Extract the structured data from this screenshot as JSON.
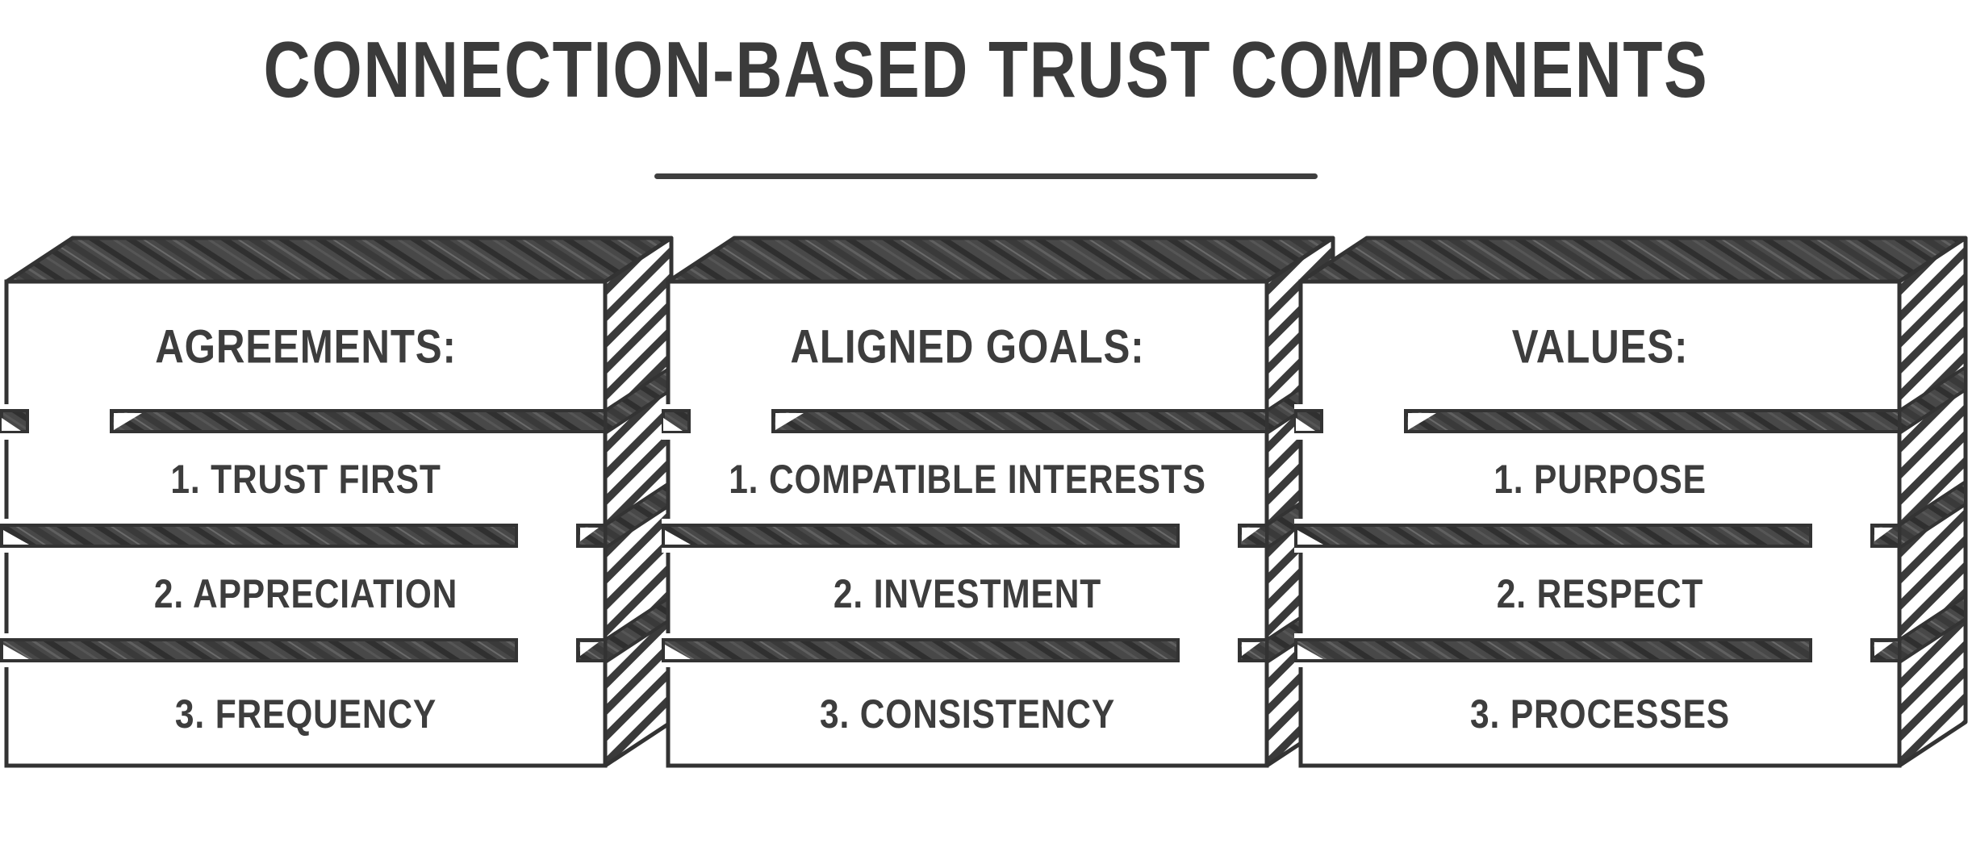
{
  "title": "CONNECTION-BASED TRUST COMPONENTS",
  "columns": [
    {
      "header": "AGREEMENTS:",
      "items": [
        "1. TRUST FIRST",
        "2. APPRECIATION",
        "3. FREQUENCY"
      ]
    },
    {
      "header": "ALIGNED GOALS:",
      "items": [
        "1. COMPATIBLE INTERESTS",
        "2. INVESTMENT",
        "3. CONSISTENCY"
      ]
    },
    {
      "header": "VALUES:",
      "items": [
        "1. PURPOSE",
        "2. RESPECT",
        "3. PROCESSES"
      ]
    }
  ],
  "colors": {
    "ink": "#3a3a3a",
    "slab_fill_dark": "#474747",
    "paper": "#ffffff"
  }
}
